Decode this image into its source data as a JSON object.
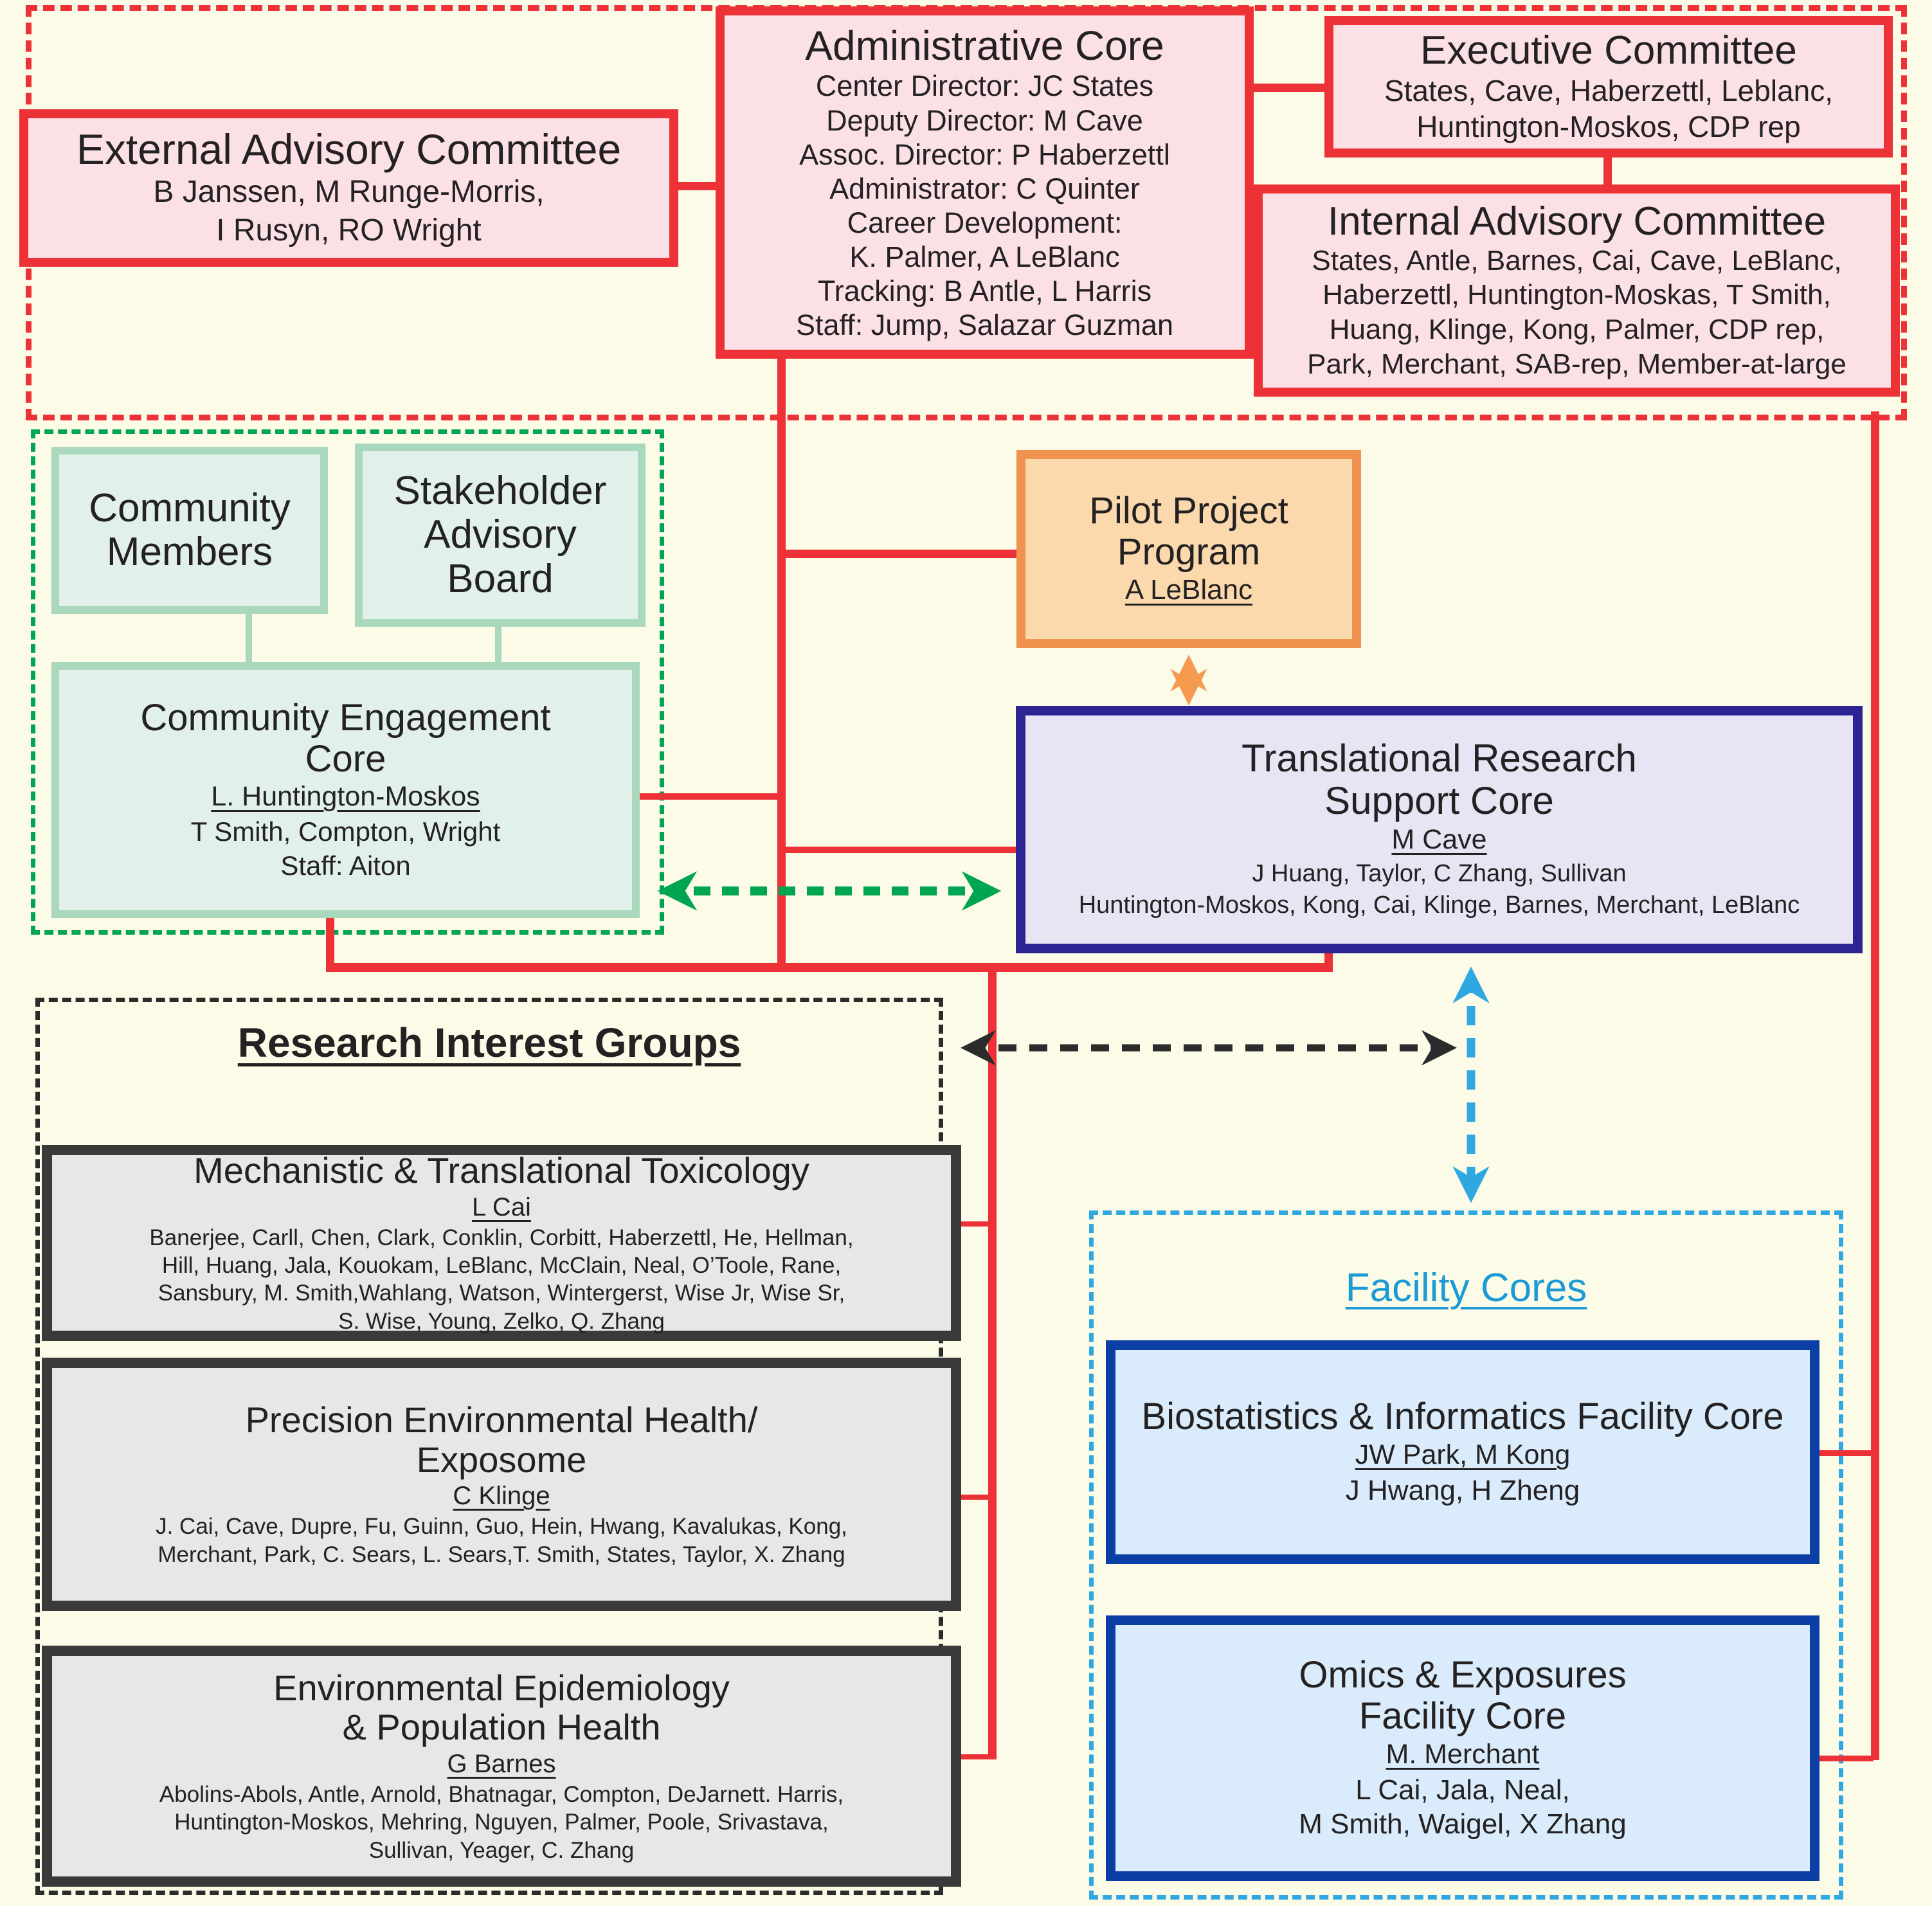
{
  "top": {
    "external_advisory": {
      "title": "External Advisory Committee",
      "members": [
        "B Janssen, M Runge-Morris,",
        "I Rusyn, RO Wright"
      ]
    },
    "administrative_core": {
      "title": "Administrative Core",
      "lines": [
        "Center Director: JC States",
        "Deputy Director: M Cave",
        "Assoc. Director: P Haberzettl",
        "Administrator: C Quinter",
        "Career Development:",
        "K. Palmer, A LeBlanc",
        "Tracking: B Antle, L Harris",
        "Staff: Jump, Salazar Guzman"
      ]
    },
    "executive_committee": {
      "title": "Executive Committee",
      "members": [
        "States, Cave, Haberzettl, Leblanc,",
        "Huntington-Moskos, CDP rep"
      ]
    },
    "internal_advisory": {
      "title": "Internal Advisory Committee",
      "members": [
        "States, Antle, Barnes, Cai, Cave, LeBlanc,",
        "Haberzettl, Huntington-Moskas, T Smith,",
        "Huang, Klinge, Kong, Palmer, CDP rep,",
        "Park, Merchant, SAB-rep, Member-at-large"
      ]
    }
  },
  "community": {
    "community_members": {
      "title": "Community Members"
    },
    "stakeholder_board": {
      "title": "Stakeholder Advisory Board"
    },
    "engagement_core": {
      "title": "Community Engagement Core",
      "leader": "L. Huntington-Moskos",
      "members": [
        "T Smith, Compton, Wright",
        "Staff: Aiton"
      ]
    }
  },
  "pilot_project": {
    "title": "Pilot Project Program",
    "leader": "A LeBlanc"
  },
  "translational_core": {
    "title": "Translational Research Support Core",
    "leader": "M Cave",
    "members": [
      "J Huang, Taylor, C Zhang, Sullivan",
      "Huntington-Moskos, Kong, Cai, Klinge, Barnes, Merchant, LeBlanc"
    ]
  },
  "research_groups": {
    "header": "Research Interest Groups",
    "groups": [
      {
        "title": "Mechanistic & Translational Toxicology",
        "leader": "L Cai",
        "members": [
          "Banerjee, Carll, Chen, Clark, Conklin, Corbitt, Haberzettl, He, Hellman,",
          "Hill, Huang, Jala, Kouokam, LeBlanc, McClain, Neal, O’Toole, Rane,",
          "Sansbury, M. Smith,Wahlang, Watson, Wintergerst, Wise Jr, Wise Sr,",
          "S. Wise, Young, Zelko, Q. Zhang"
        ]
      },
      {
        "title_lines": [
          "Precision Environmental Health/",
          "Exposome"
        ],
        "leader": "C Klinge",
        "members": [
          "J. Cai, Cave, Dupre, Fu, Guinn, Guo, Hein, Hwang, Kavalukas, Kong,",
          "Merchant, Park, C. Sears, L. Sears,T. Smith, States, Taylor,  X. Zhang"
        ]
      },
      {
        "title_lines": [
          "Environmental Epidemiology",
          "& Population Health"
        ],
        "leader": "G Barnes",
        "members": [
          "Abolins-Abols, Antle, Arnold, Bhatnagar, Compton, DeJarnett. Harris,",
          "Huntington-Moskos, Mehring, Nguyen, Palmer, Poole, Srivastava,",
          "Sullivan, Yeager, C. Zhang"
        ]
      }
    ]
  },
  "facility_cores": {
    "header": "Facility Cores",
    "cores": [
      {
        "title": "Biostatistics & Informatics Facility Core",
        "leader": "JW Park, M Kong",
        "members": [
          "J Hwang, H Zheng"
        ]
      },
      {
        "title": "Omics & Exposures Facility Core",
        "leader": "M. Merchant",
        "members": [
          "L Cai, Jala, Neal,",
          "M Smith, Waigel, X Zhang"
        ]
      }
    ]
  },
  "colors": {
    "background": "#FBFBE8",
    "red": "#ED3237",
    "pink_fill": "#FBE0E6",
    "green": "#00A551",
    "green_border": "#A9D8BC",
    "green_fill": "#E1F0E8",
    "orange_border": "#F0934E",
    "orange_fill": "#FBD9AD",
    "navy_border": "#2D2493",
    "lavender_fill": "#E7E5F4",
    "gray_fill": "#E7E7E9",
    "black": "#2B2B2B",
    "blue_border": "#0C3FA5",
    "lightblue_fill": "#DAECFB",
    "blue_dashed": "#2FA8E1",
    "facility_header_text": "#1C9AD6"
  }
}
